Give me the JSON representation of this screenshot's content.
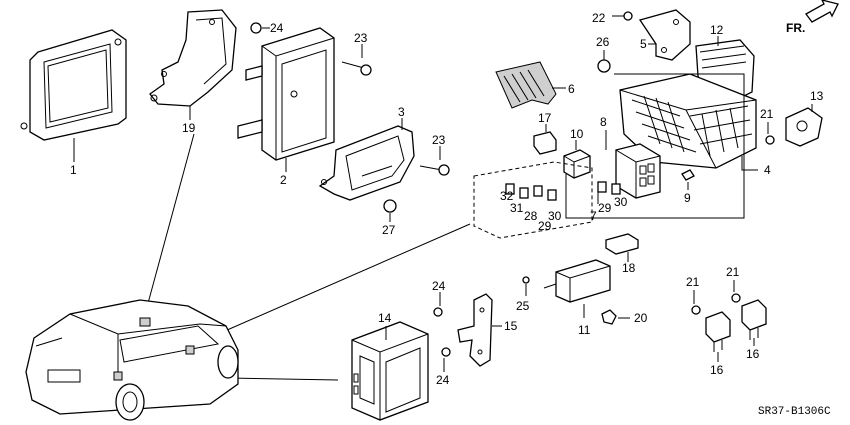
{
  "diagram": {
    "direction_label": "FR.",
    "drawing_code": "SR37-B1306C",
    "callouts": {
      "c1": "1",
      "c2": "2",
      "c3": "3",
      "c4": "4",
      "c5": "5",
      "c6": "6",
      "c7": "7",
      "c8": "8",
      "c9": "9",
      "c10": "10",
      "c11": "11",
      "c12": "12",
      "c13": "13",
      "c14": "14",
      "c15": "15",
      "c16a": "16",
      "c16b": "16",
      "c17": "17",
      "c18": "18",
      "c19": "19",
      "c20": "20",
      "c21a": "21",
      "c21b": "21",
      "c21c": "21",
      "c22": "22",
      "c23a": "23",
      "c23b": "23",
      "c24a": "24",
      "c24b": "24",
      "c24c": "24",
      "c25": "25",
      "c26": "26",
      "c27": "27",
      "c28": "28",
      "c29a": "29",
      "c29b": "29",
      "c30a": "30",
      "c30b": "30",
      "c31": "31",
      "c32": "32"
    }
  }
}
